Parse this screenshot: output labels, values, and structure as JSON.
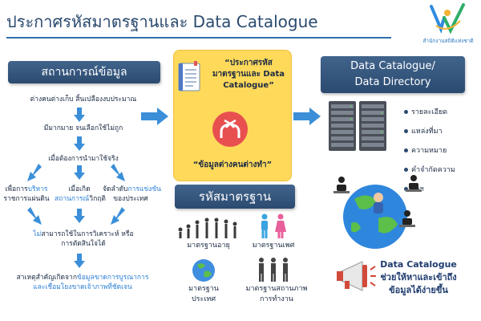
{
  "title": "ประกาศรหัสมาตรฐานและ Data Catalogue",
  "logo": {
    "text": "สำนักงานสถิติแห่งชาติ"
  },
  "left_panel": {
    "header": "สถานการณ์ข้อมูล",
    "step1": "ต่างคนต่างเก็บ สิ้นเปลืองงบประมาณ",
    "step2": "มีมากมาย จนเลือกใช้ไม่ถูก",
    "step3": "เมื่อต้องการนำมาใช้จริง",
    "branch1_a": "เพื่อการ",
    "branch1_hl": "บริหาร",
    "branch1_b": "ราชการแผ่นดิน",
    "branch2_a": "เมื่อเกิด",
    "branch2_hl": "สถานการณ์",
    "branch2_b": "วิกฤติ",
    "branch3_a": "จัดลำดับ",
    "branch3_hl": "การแข่งขัน",
    "branch3_b": "ของประเทศ",
    "result_hl": "ไม่",
    "result_a": "สามารถใช้ในการวิเคราะห์ หรือ",
    "result_b": "การตัดสินใจได้",
    "cause_a": "สาเหตุสำคัญเกิดจาก",
    "cause_hl1": "ข้อมูลขาดการบูรณาการ",
    "cause_hl2": "และเชื่อมโยงขาดเจ้าภาพที่ชัดเจน"
  },
  "center_panel": {
    "title_lines": [
      "“ประกาศรหัส",
      "มาตรฐานและ Data",
      "Catalogue”"
    ],
    "bottom": "“ข้อมูลต่างคนต่างทำ”",
    "icons": [
      "document-icon",
      "merge-arrows-icon"
    ]
  },
  "standards": {
    "header": "รหัสมาตรฐาน",
    "age": "มาตรฐานอายุ",
    "sex": "มาตรฐานเพศ",
    "country_a": "มาตรฐาน",
    "country_b": "ประเทศ",
    "work_a": "มาตรฐานสถานภาพ",
    "work_b": "การทำงาน"
  },
  "right_panel": {
    "header_line1": "Data Catalogue/",
    "header_line2": "Data Directory",
    "items": [
      "รายละเอียด",
      "แหล่งที่มา",
      "ความหมาย",
      "คำจำกัดความ",
      "ฯลฯ"
    ],
    "caption_line1": "Data Catalogue",
    "caption_line2": "ช่วยให้หาและเข้าถึง",
    "caption_line3": "ข้อมูลได้ง่ายขึ้น"
  },
  "colors": {
    "header_bg": "#2b4a70",
    "arrow": "#3b8fd8",
    "yellow": "#ffd95a",
    "highlight": "#2b7fd4"
  }
}
